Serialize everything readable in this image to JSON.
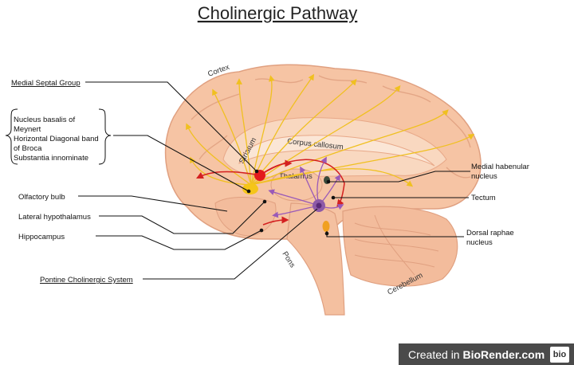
{
  "title": "Cholinergic Pathway",
  "structures": {
    "cortex": "Cortex",
    "striatum": "Striatum",
    "corpus_callosum": "Corpus callosum",
    "thalamus": "Thalamus",
    "pons": "Pons",
    "cerebellum": "Cerebellum"
  },
  "labels_left": {
    "medial_septal": "Medial Septal Group",
    "basalis_lines": [
      "Nucleus basalis of",
      "Meynert",
      "Horizontal Diagonal band",
      "of Broca",
      "Substantia innominate"
    ],
    "olfactory": "Olfactory bulb",
    "lateral_hypo": "Lateral hypothalamus",
    "hippocampus": "Hippocampus",
    "pontine": "Pontine Cholinergic System"
  },
  "labels_right": {
    "habenular_lines": [
      "Medial habenular",
      "nucleus"
    ],
    "tectum": "Tectum",
    "raphae_lines": [
      "Dorsal raphae",
      "nucleus"
    ]
  },
  "watermark": {
    "prefix": "Created in ",
    "brand": "BioRender.com",
    "logo": "bio"
  },
  "colors": {
    "brain": "#f6c4a4",
    "brain_inner": "#f9d8c0",
    "brain_dark": "#e8a888",
    "cholinergic_red": "#e31a1c",
    "yellow_nucleus": "#f5c518",
    "purple_nucleus": "#8e5aa8",
    "orange_nucleus": "#f0a020",
    "dark_nucleus": "#3a4a3a",
    "yellow_arrows": "#f0c020",
    "red_arrows": "#d42020",
    "purple_arrows": "#9a5ab8"
  }
}
